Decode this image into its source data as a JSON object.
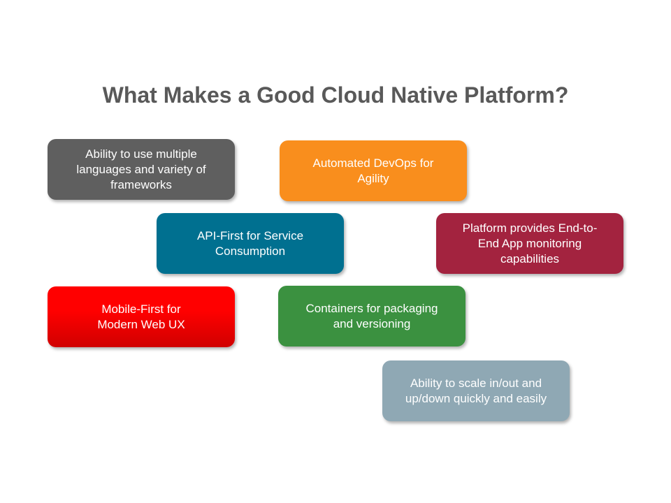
{
  "title": "What Makes a Good Cloud Native Platform?",
  "boxes": [
    {
      "label": "Ability to use multiple languages and variety of frameworks",
      "color": "#5f5f5f"
    },
    {
      "label": "Automated DevOps for Agility",
      "color": "#f98e1d"
    },
    {
      "label": "API-First for Service Consumption",
      "color": "#007090"
    },
    {
      "label": "Platform provides End-to-End App monitoring capabilities",
      "color": "#a3233f"
    },
    {
      "label": "Mobile-First for Modern Web UX",
      "color": "#f00000"
    },
    {
      "label": "Containers for packaging and versioning",
      "color": "#3b9140"
    },
    {
      "label": "Ability to scale in/out and up/down quickly and easily",
      "color": "#8fa8b4"
    }
  ]
}
